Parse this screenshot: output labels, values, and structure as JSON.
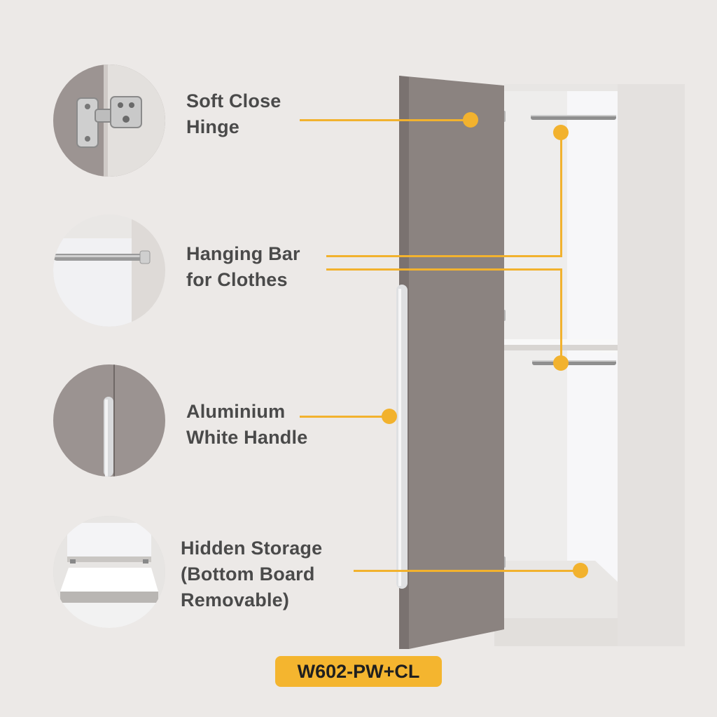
{
  "features": [
    {
      "line1": "Soft Close",
      "line2": "Hinge",
      "icon": "soft-close-hinge-icon"
    },
    {
      "line1": "Hanging Bar",
      "line2": "for Clothes",
      "icon": "hanging-bar-icon"
    },
    {
      "line1": "Aluminium",
      "line2": "White Handle",
      "icon": "aluminium-handle-icon"
    },
    {
      "line1": "Hidden Storage",
      "line2": "(Bottom Board",
      "line3": "Removable)",
      "icon": "hidden-storage-icon"
    }
  ],
  "model": "W602-PW+CL",
  "colors": {
    "background": "#ece9e7",
    "accent": "#f2b22e",
    "door": "#8b8380",
    "carcass": "#e6e3e1",
    "label_text": "#4a4a4a"
  }
}
